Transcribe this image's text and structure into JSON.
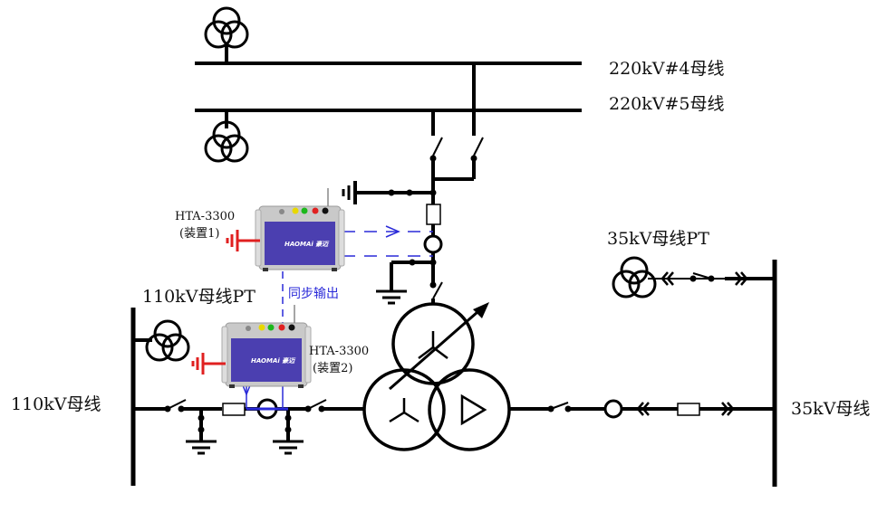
{
  "labels": {
    "bus_220_4": "220kV#4母线",
    "bus_220_5": "220kV#5母线",
    "pt_35": "35kV母线PT",
    "pt_110": "110kV母线PT",
    "bus_110": "110kV母线",
    "bus_35": "35kV母线",
    "sync_output": "同步输出"
  },
  "devices": [
    {
      "model": "HTA-3300",
      "name": "(装置1)",
      "brand": "HAOMAi 豪迈"
    },
    {
      "model": "HTA-3300",
      "name": "(装置2)",
      "brand": "HAOMAi 豪迈"
    }
  ],
  "colors": {
    "line": "#000000",
    "device_panel": "#4b3fb0",
    "signal": "#2a2ad8",
    "ground_device": "#e02020"
  }
}
